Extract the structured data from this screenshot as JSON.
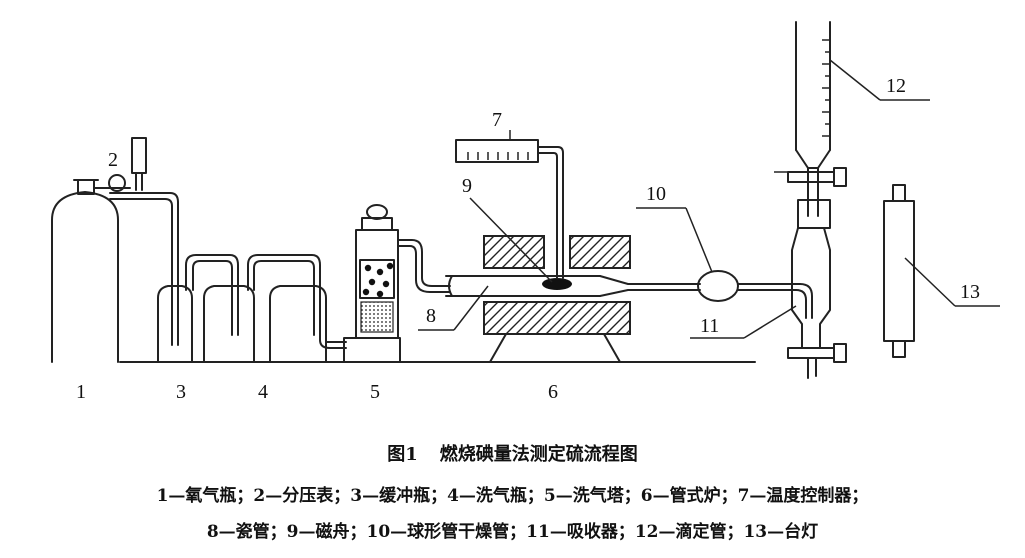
{
  "labels": {
    "n1": "1",
    "n2": "2",
    "n3": "3",
    "n4": "4",
    "n5": "5",
    "n6": "6",
    "n7": "7",
    "n8": "8",
    "n9": "9",
    "n10": "10",
    "n11": "11",
    "n12": "12",
    "n13": "13"
  },
  "caption": {
    "fig": "图1",
    "title": "燃烧碘量法测定硫流程图",
    "line1": "1—氧气瓶；2—分压表；3—缓冲瓶；4—洗气瓶；5—洗气塔；6—管式炉；7—温度控制器；",
    "line2": "8—瓷管；9—磁舟；10—球形管干燥管；11—吸收器；12—滴定管；13—台灯"
  }
}
